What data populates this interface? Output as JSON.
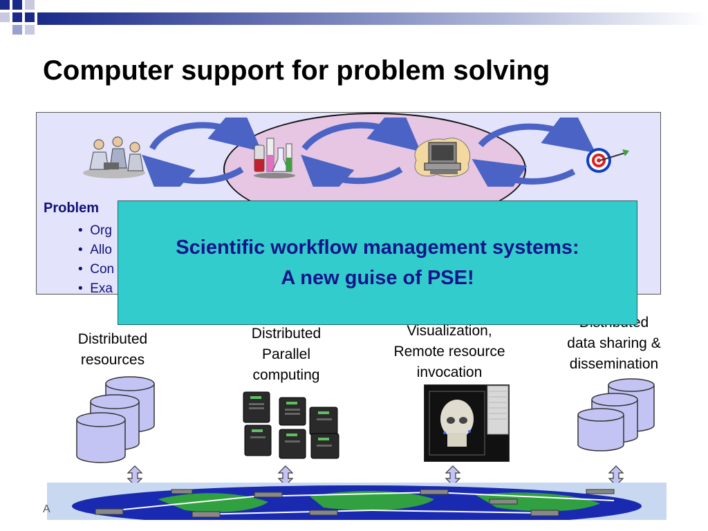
{
  "slide": {
    "title": "Computer support for problem solving",
    "problem_heading": "Problem",
    "bullets": [
      "Org",
      "Allo",
      "Con",
      "Exa"
    ],
    "overlay_line1": "Scientific workflow management systems:",
    "overlay_line2": "A new guise of PSE!",
    "labels": {
      "resources": "Distributed\nresources",
      "parallel": "Distributed\nParallel\ncomputing",
      "visualization": "Visualization,\nRemote resource\ninvocation",
      "sharing": "Distributed\ndata sharing &\ndissemination"
    },
    "footer_fragment": "A"
  },
  "colors": {
    "panel": "#e3e3fb",
    "ellipse": "#e6c6e2",
    "overlay": "#33cccc",
    "overlay_text": "#14148a",
    "database": "#c4c4f4",
    "arrow": "#4a63c4"
  },
  "icons": [
    "people-meeting-icon",
    "lab-flasks-icon",
    "computer-icon",
    "target-icon",
    "database-icon",
    "server-icon",
    "skull-visualization-icon",
    "globe-network-icon",
    "double-arrow-icon"
  ]
}
